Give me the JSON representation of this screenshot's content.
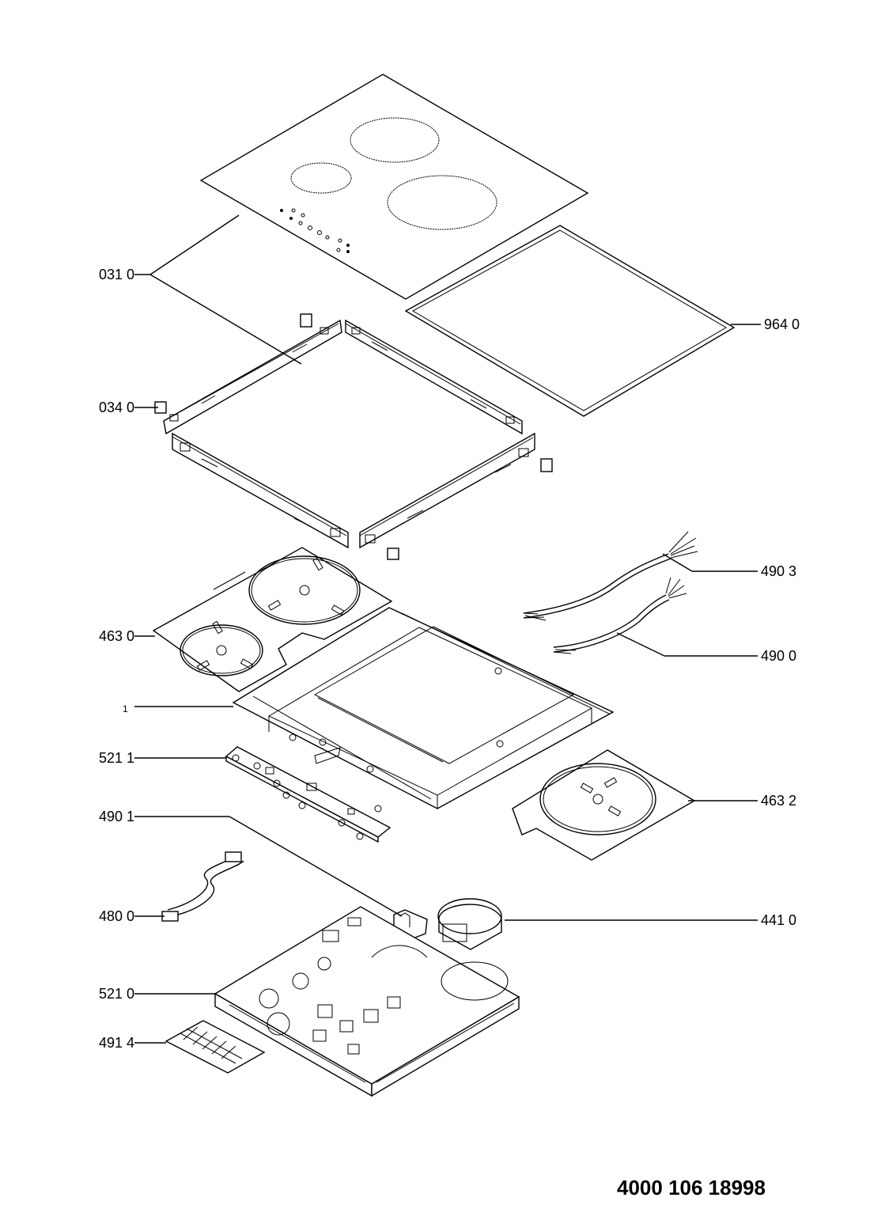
{
  "diagram": {
    "labels": {
      "l_031": "031 0",
      "l_964": "964 0",
      "l_034": "034 0",
      "l_4903": "490 3",
      "l_4630": "463 0",
      "l_4900": "490 0",
      "l_1": "1",
      "l_5211": "521 1",
      "l_4632": "463 2",
      "l_4901": "490 1",
      "l_4800": "480 0",
      "l_4410": "441 0",
      "l_5210": "521 0",
      "l_4914": "491 4"
    },
    "document_number": "4000 106 18998"
  }
}
